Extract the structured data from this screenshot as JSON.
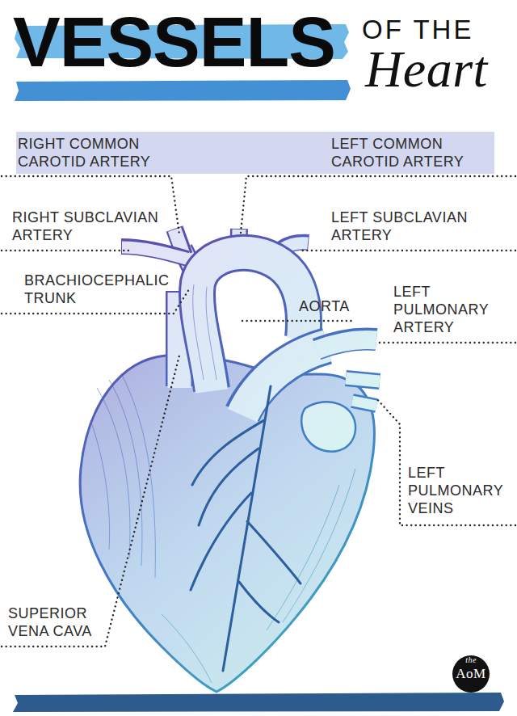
{
  "diagram": {
    "title": "VESSELS",
    "nodes": [
      {
        "text": [
          "RIGHT COMMON CAROTID ARTERY",
          "LEFT COMMON CAROTID ARTERY"
        ]
      }
    ],
    "labels": [
      "OF THE",
      "Heart",
      "RIGHT SUBCLAVIAN ARTERY",
      "BRACHIOCEPHALIC TRUNK",
      "SUPERIOR VENA CAVA",
      "LEFT SUBCLAVIAN ARTERY",
      "AORTA",
      "LEFT PULMONARY ARTERY",
      "LEFT PULMONARY VEINS",
      "the",
      "AoM"
    ]
  }
}
